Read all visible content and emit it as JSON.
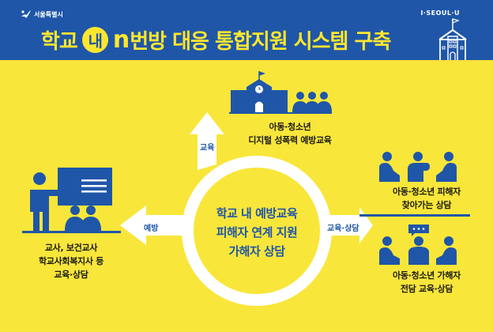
{
  "header": {
    "org_name": "서울특별시",
    "slogan": "I·SEOUL·U",
    "title_part1": "학교",
    "title_circle": "내",
    "title_n": "n",
    "title_part2": "번방 대응 통합지원 시스템 구축"
  },
  "center": {
    "lines": [
      "학교 내 예방교육",
      "피해자 연계 지원",
      "가해자 상담"
    ]
  },
  "arrows": {
    "up": "교육",
    "left": "예방",
    "right": "교육·상담"
  },
  "nodes": {
    "top": {
      "icon": "school-with-students-icon",
      "lines": [
        "아동·청소년",
        "디지털 성폭력 예방교육"
      ]
    },
    "left": {
      "icon": "teacher-presentation-icon",
      "lines": [
        "교사, 보건교사",
        "학교사회복지사 등",
        "교육·상담"
      ]
    },
    "right_top": {
      "icon": "counseling-victims-icon",
      "lines": [
        "아동·청소년 피해자",
        "찾아가는 상담"
      ]
    },
    "right_bottom": {
      "icon": "counseling-offenders-icon",
      "lines": [
        "아동·청소년 가해자",
        "전담 교육·상담"
      ]
    }
  },
  "colors": {
    "background": "#f9e63a",
    "header": "#1f56a8",
    "accent_yellow": "#ffe62e",
    "icon_blue": "#1f56a8",
    "arrow_white": "#ffffff"
  }
}
